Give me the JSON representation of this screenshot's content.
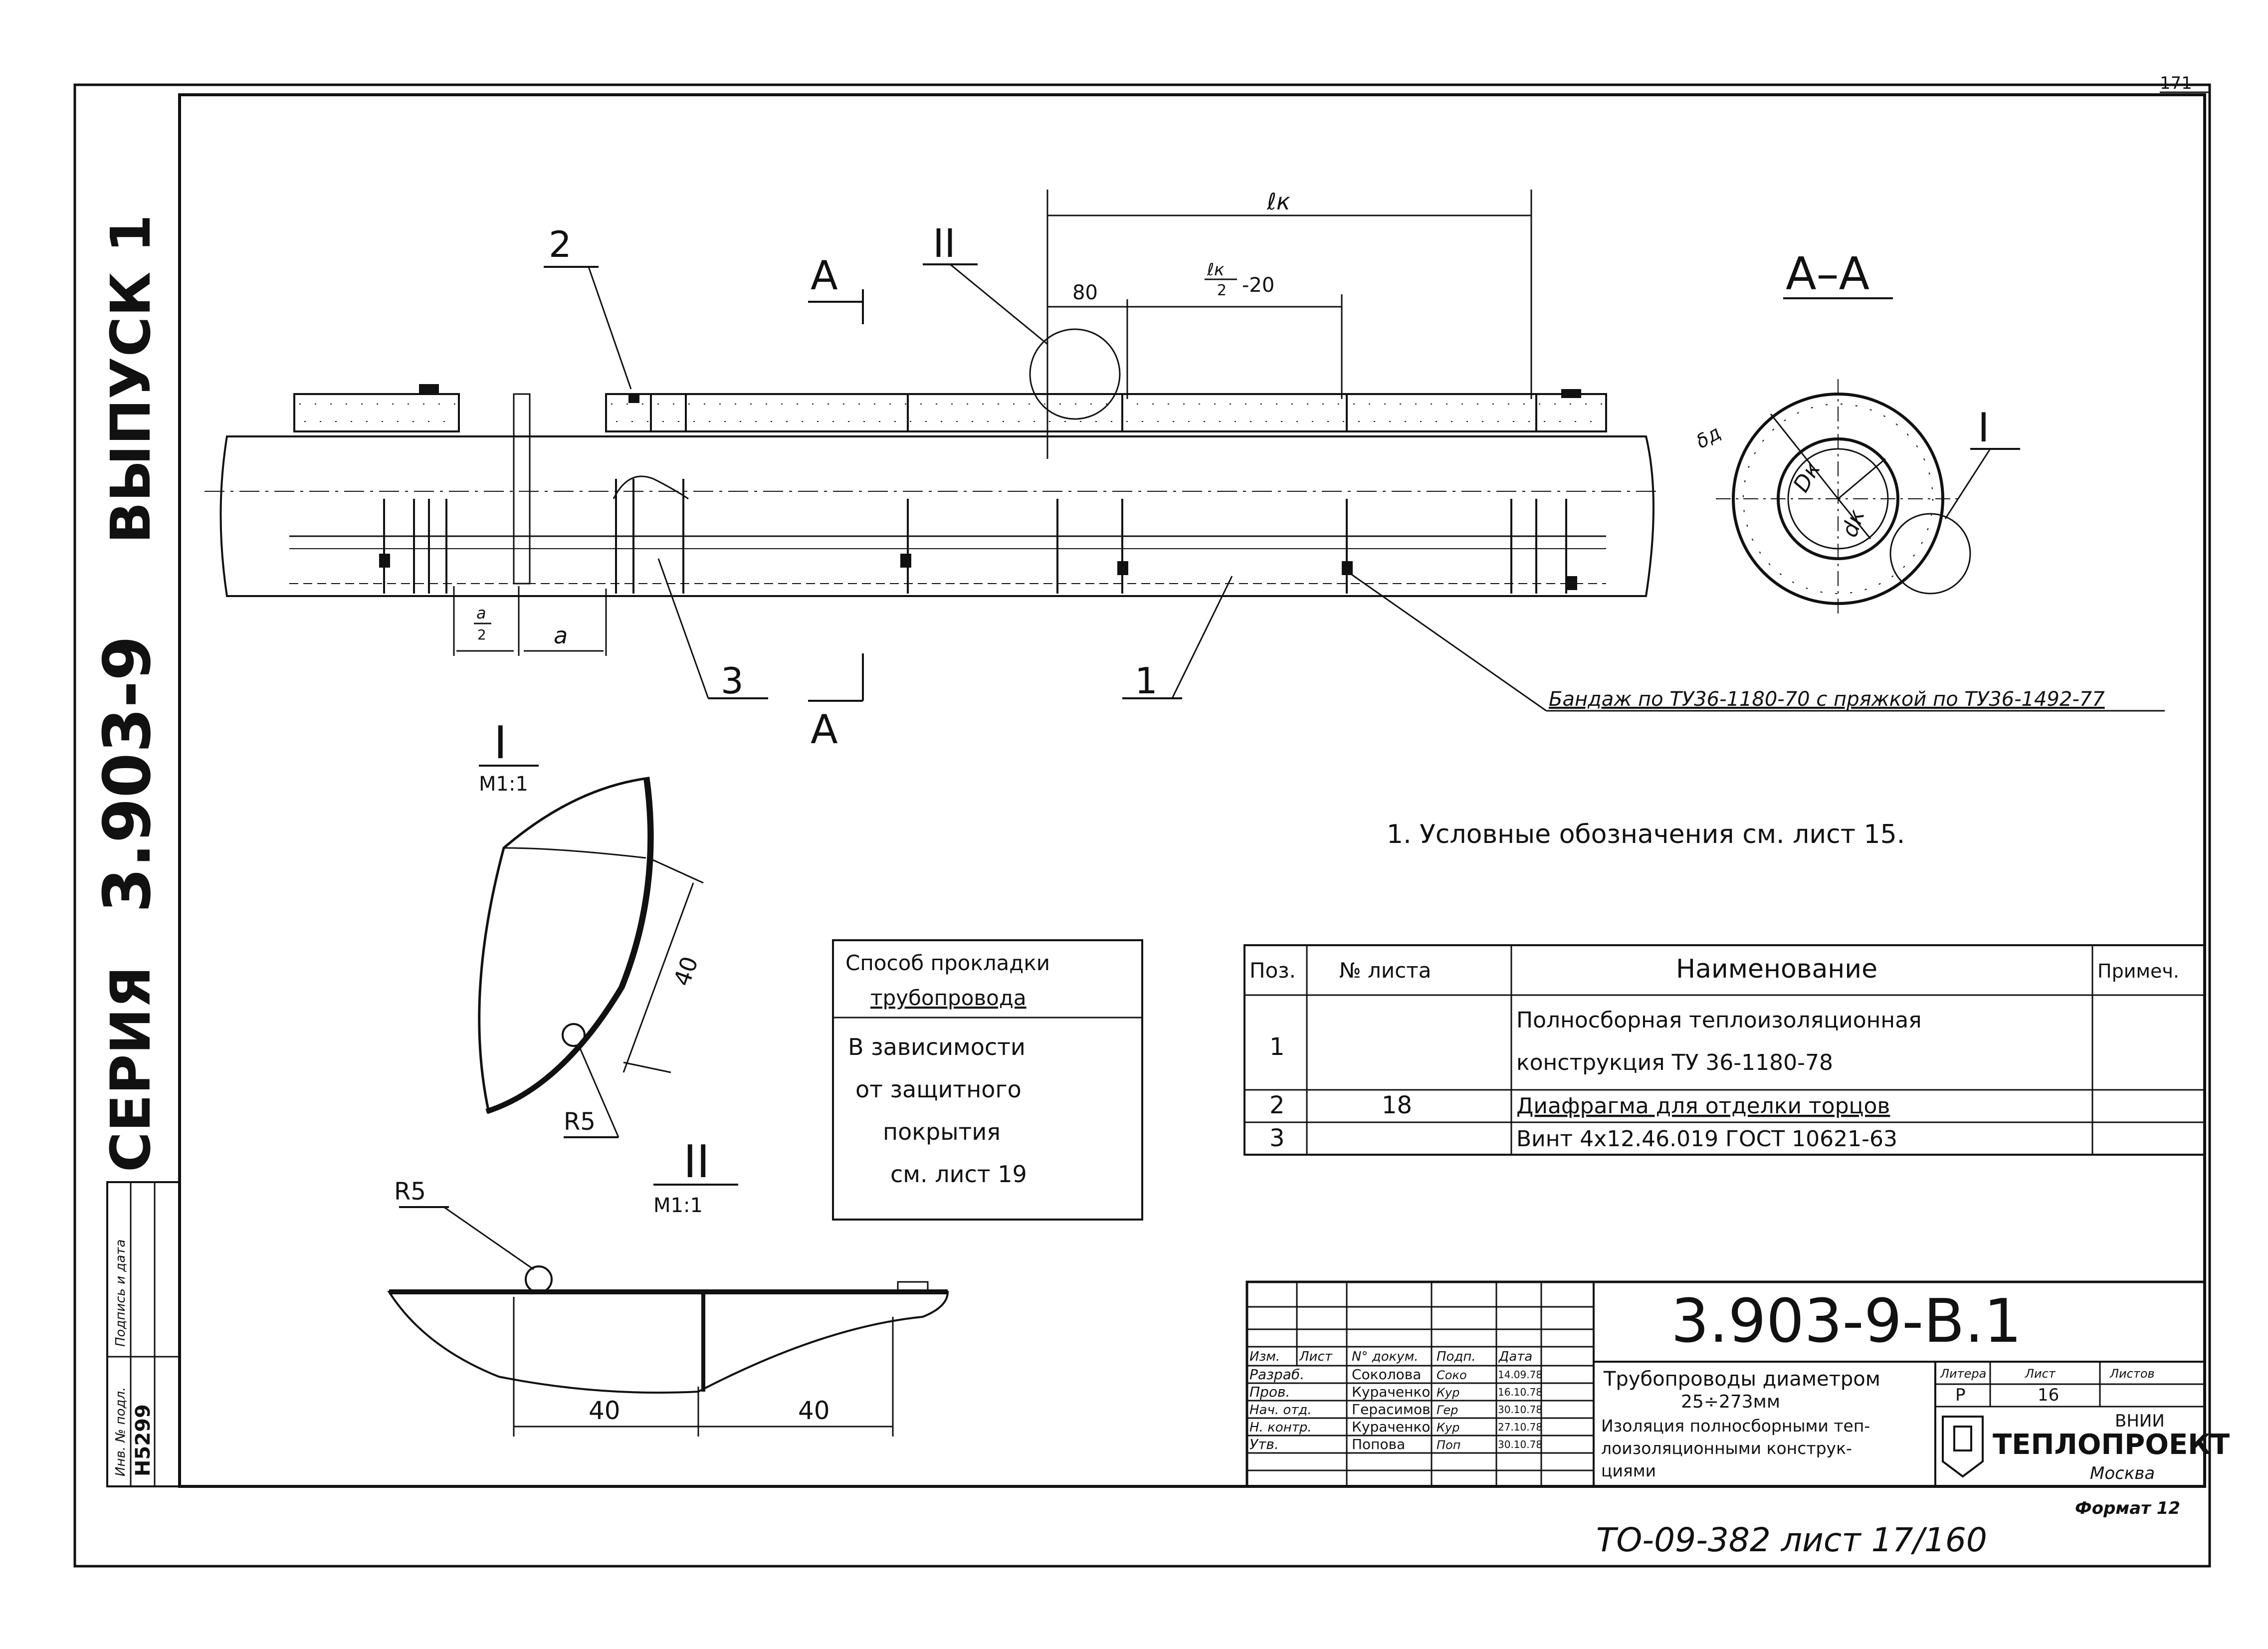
{
  "side": {
    "series_word": "СЕРИЯ",
    "series_number": "3.903-9",
    "issue": "ВЫПУСК 1",
    "inv_no": "Н5299",
    "stamp_labels": [
      "Инв. № подл.",
      "Подпись и дата"
    ]
  },
  "corner_mark": "171",
  "drawing": {
    "pos_labels": [
      "1",
      "2",
      "3"
    ],
    "section_mark": "А",
    "section_title": "А–А",
    "callout_1": "I",
    "callout_2": "II",
    "dim_lk": "ℓк",
    "dim_80": "80",
    "dim_half_num": "ℓк",
    "dim_half_den": "2",
    "dim_half_minus": "-20",
    "dim_a": "а",
    "dim_a_half_num": "а",
    "dim_a_half_den": "2",
    "dim_diam_outer": "Dк",
    "dim_diam_inner": "dк",
    "dim_delta": "δд",
    "bandage_note": "Бандаж по ТУ36-1180-70 с пряжкой по ТУ36-1492-77"
  },
  "detail_1": {
    "title": "I",
    "scale": "М1:1",
    "dim_40": "40",
    "radius": "R5"
  },
  "detail_2": {
    "title": "II",
    "scale": "М1:1",
    "dim_40a": "40",
    "dim_40b": "40",
    "radius": "R5"
  },
  "note": "1. Условные обозначения см. лист 15.",
  "method_box": {
    "header_lines": [
      "Способ прокладки",
      "трубопровода"
    ],
    "body_lines": [
      "В зависимости",
      "от защитного",
      "покрытия",
      "см. лист 19"
    ]
  },
  "spec_table": {
    "headers": [
      "Поз.",
      "№ листа",
      "Наименование",
      "Примеч."
    ],
    "rows": [
      {
        "pos": "1",
        "sheet": "",
        "name_lines": [
          "Полносборная теплоизоляционная",
          "конструкция ТУ 36-1180-78"
        ],
        "note": ""
      },
      {
        "pos": "2",
        "sheet": "18",
        "name_lines": [
          "Диафрагма для отделки торцов"
        ],
        "note": ""
      },
      {
        "pos": "3",
        "sheet": "",
        "name_lines": [
          "Винт 4х12.46.019 ГОСТ 10621-63"
        ],
        "note": ""
      }
    ]
  },
  "title_block": {
    "doc_code": "3.903-9-В.1",
    "col_headers": [
      "Изм.",
      "Лист",
      "N° докум.",
      "Подп.",
      "Дата"
    ],
    "roles": [
      {
        "role": "Разраб.",
        "name": "Соколова",
        "sign": "Соко",
        "date": "14.09.78"
      },
      {
        "role": "Пров.",
        "name": "Кураченко",
        "sign": "Кур",
        "date": "16.10.78"
      },
      {
        "role": "Нач. отд.",
        "name": "Герасимов",
        "sign": "Гер",
        "date": "30.10.78"
      },
      {
        "role": "Н. контр.",
        "name": "Кураченко",
        "sign": "Кур",
        "date": "27.10.78"
      },
      {
        "role": "Утв.",
        "name": "Попова",
        "sign": "Поп",
        "date": "30.10.78"
      }
    ],
    "title_lines": [
      "Трубопроводы диаметром",
      "25÷273мм",
      "Изоляция полносборными теп-",
      "лоизоляционными конструк-",
      "циями"
    ],
    "stage_headers": [
      "Литера",
      "Лист",
      "Листов"
    ],
    "stage_values": [
      "Р",
      "16",
      ""
    ],
    "org_lines": [
      "ВНИИ",
      "ТЕПЛОПРОЕКТ",
      "Москва"
    ],
    "format": "Формат 12"
  },
  "footer": "ТО-09-382 лист 17/160"
}
